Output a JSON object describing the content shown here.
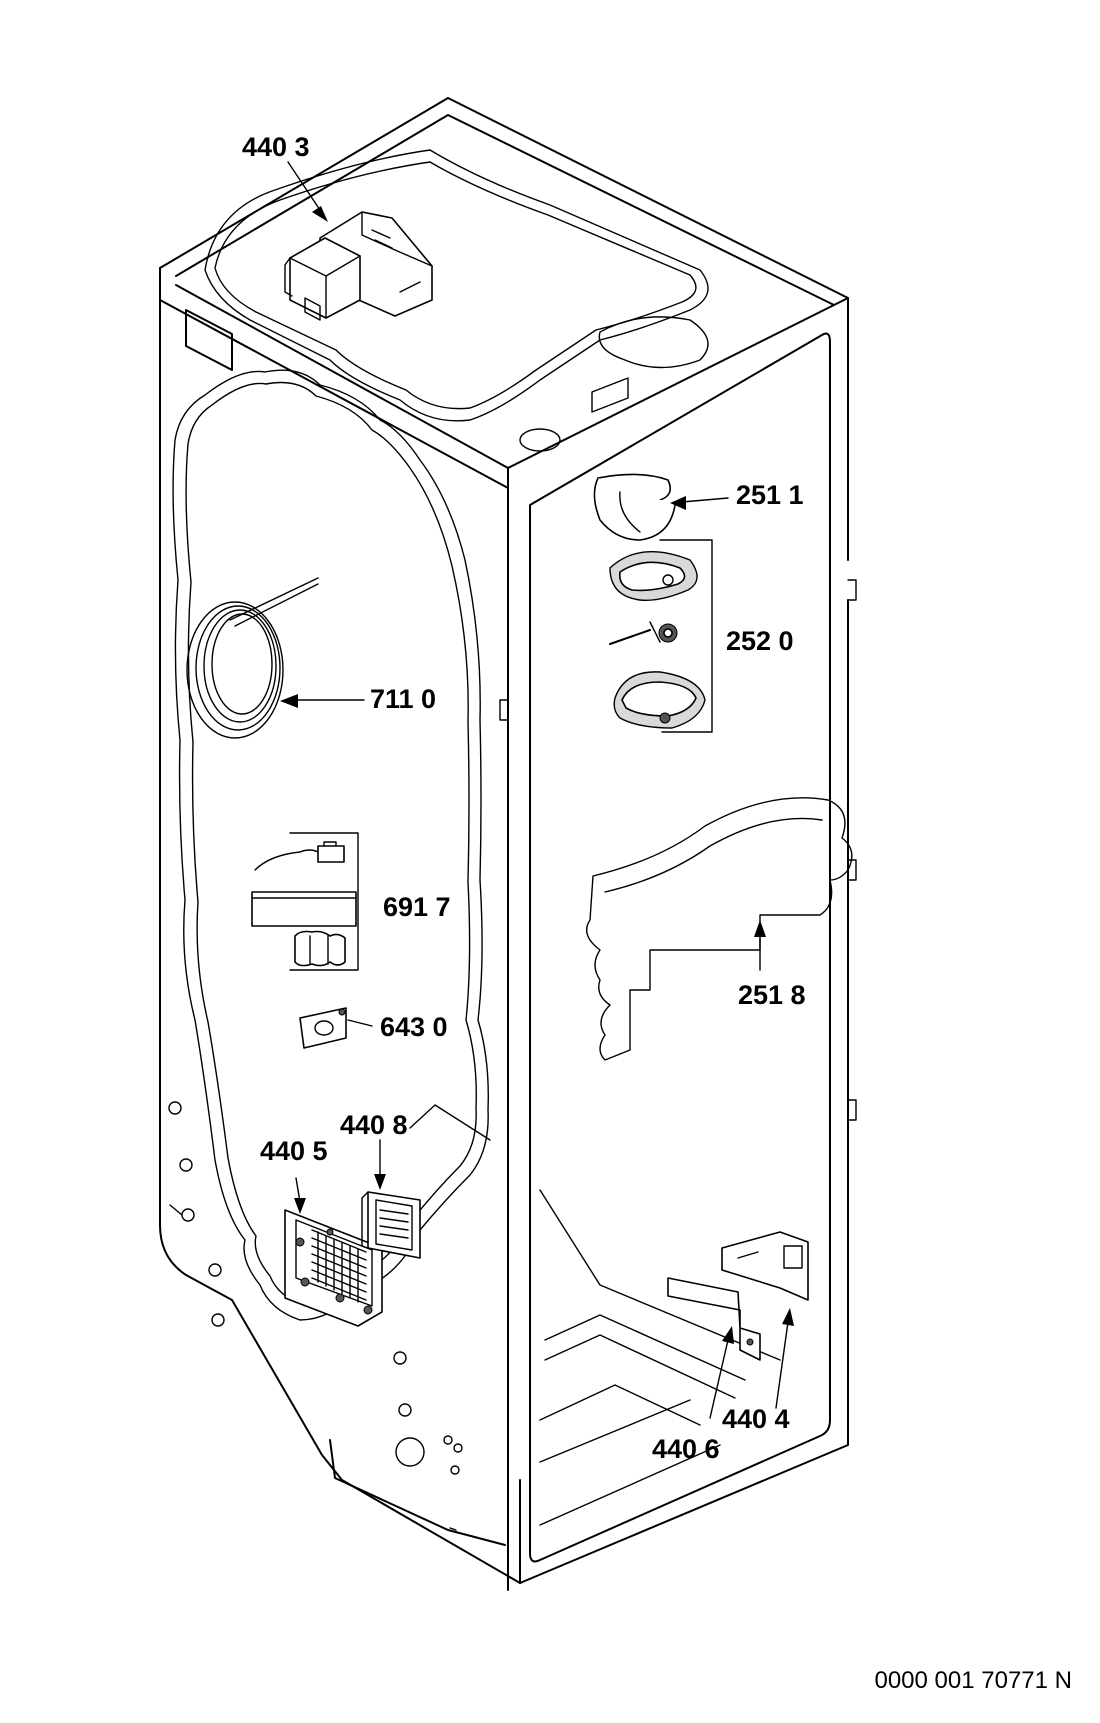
{
  "document_id": "0000 001 70771 N",
  "parts": {
    "p4403": "440 3",
    "p2511": "251 1",
    "p2520": "252 0",
    "p7110": "711 0",
    "p6917": "691 7",
    "p2518": "251 8",
    "p6430": "643 0",
    "p4408": "440 8",
    "p4405": "440 5",
    "p4404": "440 4",
    "p4406": "440 6"
  }
}
